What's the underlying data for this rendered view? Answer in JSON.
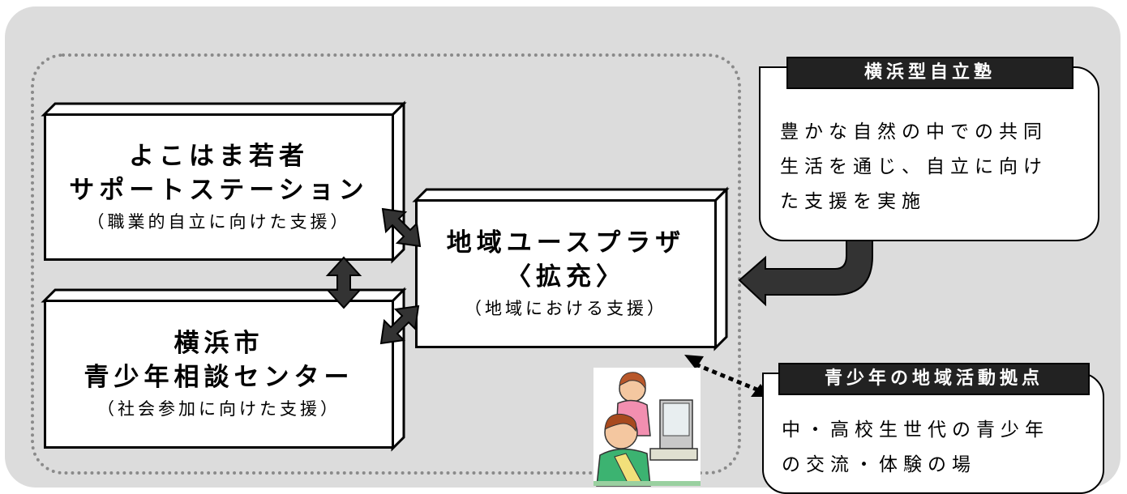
{
  "boxes": {
    "yokohama_support": {
      "line1": "よこはま若者",
      "line2": "サポートステーション",
      "sub": "（職業的自立に向けた支援）"
    },
    "youth_center": {
      "line1": "横浜市",
      "line2": "青少年相談センター",
      "sub": "（社会参加に向けた支援）"
    },
    "youth_plaza": {
      "line1": "地域ユースプラザ",
      "line2": "〈拡充〉",
      "sub": "（地域における支援）"
    }
  },
  "panels": {
    "jiritsu_juku": {
      "header": "横浜型自立塾",
      "lines": [
        "豊かな自然の中での共同",
        "生活を通じ、自立に向け",
        "た支援を実施"
      ]
    },
    "activity_base": {
      "header": "青少年の地域活動拠点",
      "lines": [
        "中・高校生世代の青少年",
        "の交流・体験の場"
      ]
    }
  },
  "illustration": {
    "icon": "children-at-computer-icon"
  }
}
